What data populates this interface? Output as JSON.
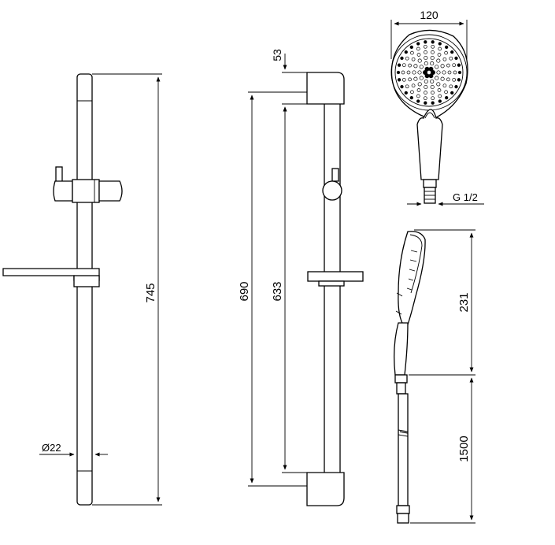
{
  "dimensions": {
    "bar_length": "745",
    "bar_diameter": "Ø22",
    "overall_height": "690",
    "mount_spacing": "633",
    "top_offset": "53",
    "head_diameter": "120",
    "connection_thread": "G 1/2",
    "hand_shower_length": "231",
    "hose_length": "1500"
  }
}
